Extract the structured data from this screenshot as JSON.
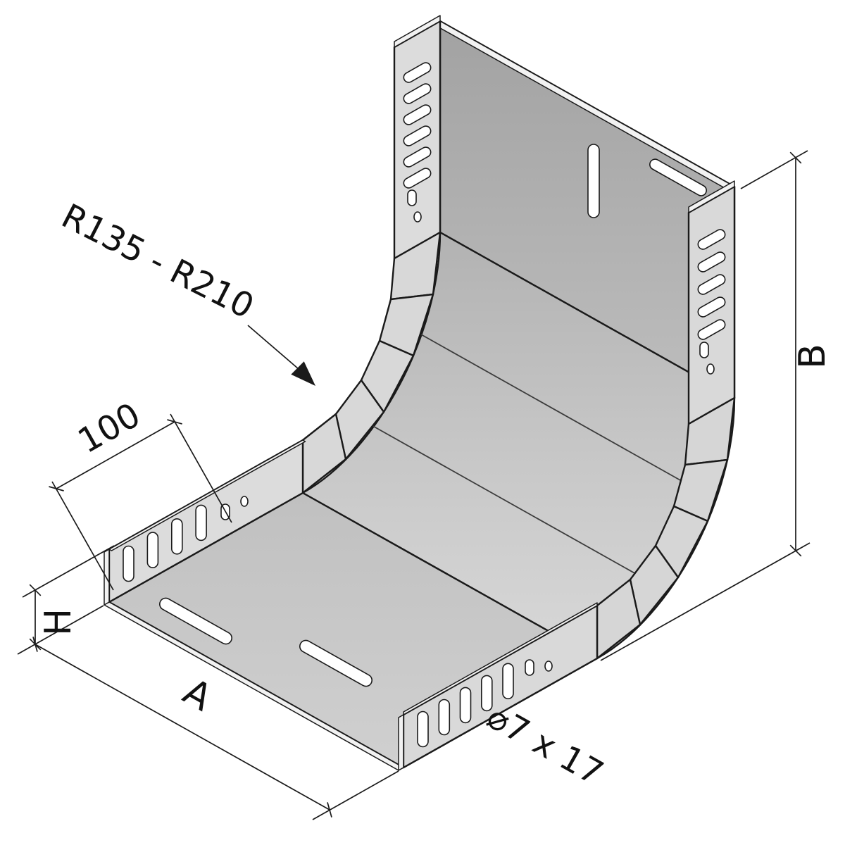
{
  "labels": {
    "radius_range": "R135 - R210",
    "end_length": "100",
    "height": "H",
    "width": "A",
    "vertical_height": "B",
    "slot_size": "⌀7 x 17"
  },
  "colors": {
    "outline": "#1a1a1a",
    "metal_light": "#dcdcdc",
    "metal_mid": "#c6c6c6",
    "metal_dark": "#a6a6a6",
    "background": "#ffffff"
  }
}
